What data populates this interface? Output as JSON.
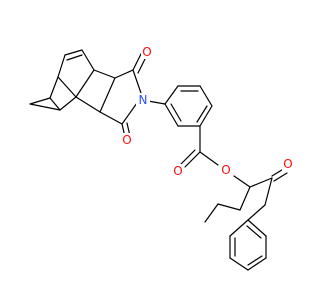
{
  "colors": {
    "bond": "#000000",
    "oxygen": "#ff0d0d",
    "nitrogen": "#3050f8",
    "background": "#ffffff"
  },
  "atom_labels": {
    "o_imide_top": "O",
    "o_imide_bottom": "O",
    "n_imide": "N",
    "o_ester_carbonyl": "O",
    "o_ester": "O",
    "o_ketone": "O"
  }
}
